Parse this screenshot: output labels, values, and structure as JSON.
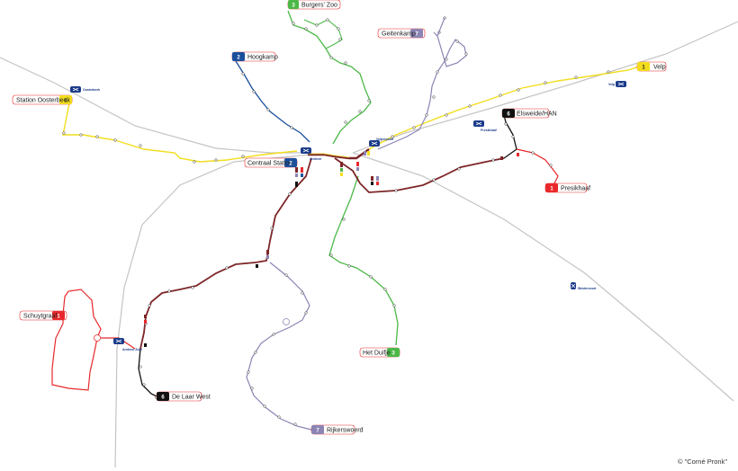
{
  "colors": {
    "rail": "#c4c4c4",
    "line1": "#e8282b",
    "line2": "#1a4f9c",
    "line3": "#4cb847",
    "line5": "#7d2628",
    "line6": "#111111",
    "line7": "#8c84b4",
    "line_yellow": "#f2dd1c",
    "ns_blue": "#1a3a8a"
  },
  "terminals": [
    {
      "id": "burgers-zoo",
      "num": "3",
      "name": "Burgers' Zoo",
      "color": "#4cb847"
    },
    {
      "id": "geitenkamp",
      "num": "7",
      "name": "Geitenkamp",
      "color": "#8c84b4"
    },
    {
      "id": "hoogkamp",
      "num": "2",
      "name": "Hoogkamp",
      "color": "#1a4f9c"
    },
    {
      "id": "velp",
      "num": "1",
      "name": "Velp",
      "color": "#f2dd1c"
    },
    {
      "id": "station-oosterbeek",
      "num": "1",
      "name": "Station Oosterbeek",
      "color": "#f2dd1c"
    },
    {
      "id": "elsweide-han",
      "num": "6",
      "name": "Elsweide/HAN",
      "color": "#111111"
    },
    {
      "id": "centraal-station",
      "num": "2",
      "name": "Centraal Station",
      "color": "#1a4f9c"
    },
    {
      "id": "presikhaaf",
      "num": "1",
      "name": "Presikhaaf",
      "color": "#e8282b"
    },
    {
      "id": "schuytgraaf",
      "num": "1",
      "name": "Schuytgraaf",
      "color": "#e8282b"
    },
    {
      "id": "het-duifje",
      "num": "3",
      "name": "Het Duifje",
      "color": "#4cb847"
    },
    {
      "id": "de-laar-west",
      "num": "6",
      "name": "De Laar West",
      "color": "#111111"
    },
    {
      "id": "rijkerswoerd",
      "num": "7",
      "name": "Rijkerswoerd",
      "color": "#8c84b4"
    }
  ],
  "ns_stations": [
    {
      "id": "oosterbeek",
      "name": "Oosterbeek"
    },
    {
      "id": "arnhem-cs",
      "name": "Arnhem"
    },
    {
      "id": "velperpoort",
      "name": "Velperpoort"
    },
    {
      "id": "presikhaaf-ns",
      "name": "Presikhaaf"
    },
    {
      "id": "velp-ns",
      "name": "Velp"
    },
    {
      "id": "arnhem-zuid",
      "name": "Arnhem Zuid"
    },
    {
      "id": "westervoort",
      "name": "Westervoort"
    }
  ],
  "copyright": "© \"Corné Pronk\""
}
